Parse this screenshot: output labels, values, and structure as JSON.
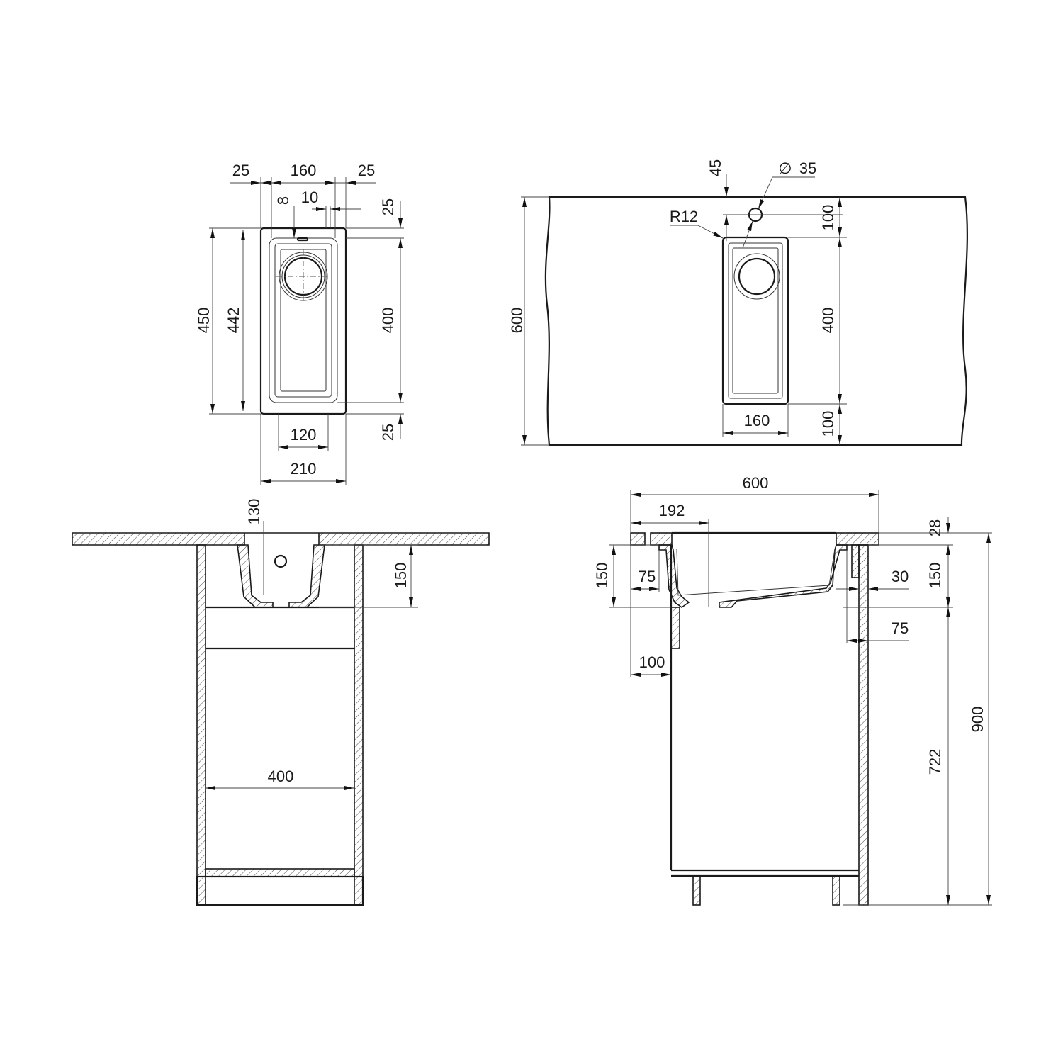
{
  "views": {
    "sink_plan": {
      "dims": {
        "left_margin": "25",
        "bowl_width": "160",
        "right_margin": "25",
        "rim_offset": "8",
        "slot": "10",
        "top_margin": "25",
        "bowl_length": "400",
        "bottom_margin": "25",
        "overall_length": "450",
        "inner_length": "442",
        "clip_spacing": "120",
        "overall_width": "210"
      }
    },
    "countertop_plan": {
      "dims": {
        "tap_offset": "45",
        "tap_hole": "35",
        "diameter_symbol": "∅",
        "corner_radius": "R12",
        "depth": "600",
        "front_gap": "100",
        "cutout_length": "400",
        "back_gap": "100",
        "cutout_width": "160"
      }
    },
    "front_section": {
      "dims": {
        "sink_depth_label": "130",
        "bowl_depth": "150",
        "cabinet_inner_width": "400"
      }
    },
    "side_section": {
      "dims": {
        "worktop_depth": "600",
        "drain_offset": "192",
        "worktop_thickness": "28",
        "bowl_depth_right": "150",
        "bowl_depth_left": "150",
        "front_offset": "75",
        "rear_gap": "30",
        "rear_offset": "75",
        "rail": "100",
        "base_height": "722",
        "total_height": "900"
      }
    }
  }
}
